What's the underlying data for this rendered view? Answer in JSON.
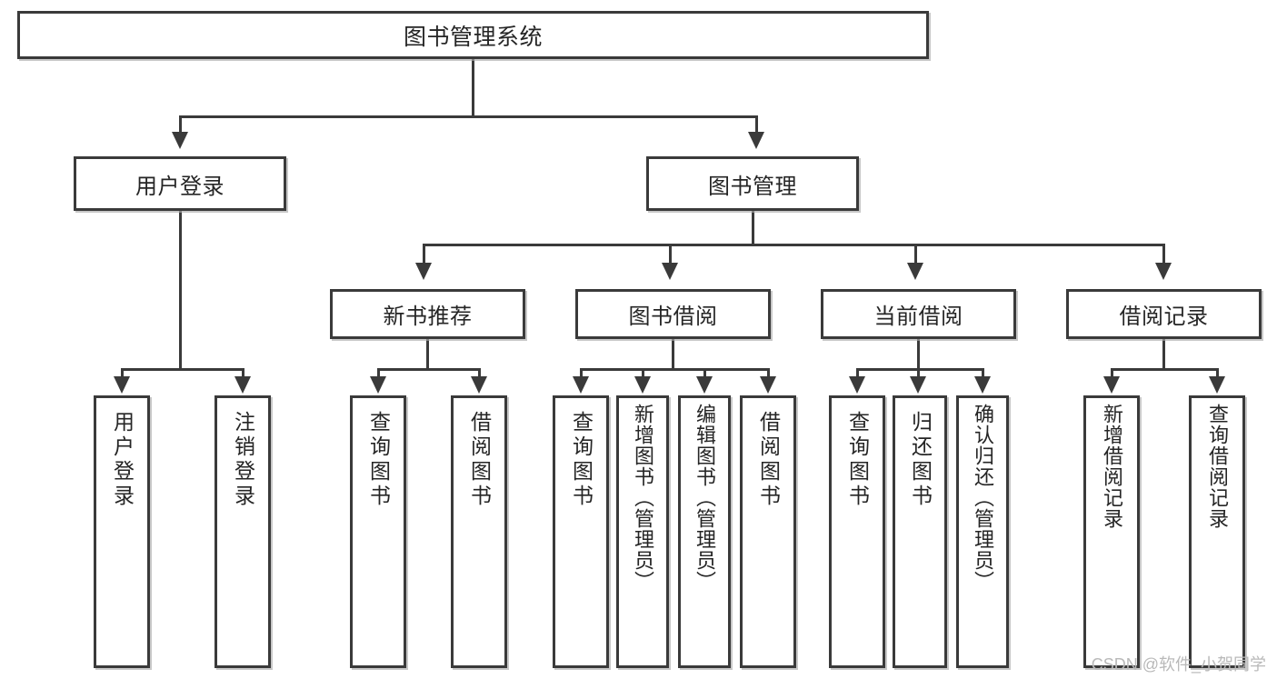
{
  "diagram": {
    "title": "图书管理系统",
    "type": "hierarchy-tree",
    "orientation": "top-down",
    "watermark": "CSDN @软件_小贺同学",
    "colors": {
      "border": "#3a3a3a",
      "fill": "#ffffff",
      "text": "#252525",
      "connector": "#3a3a3a",
      "watermark": "#b9b9b9"
    }
  },
  "nodes": {
    "root": {
      "label": "图书管理系统"
    },
    "tier2": [
      {
        "id": "user-login",
        "label": "用户登录"
      },
      {
        "id": "book-manage",
        "label": "图书管理"
      }
    ],
    "tier3": [
      {
        "id": "new-book-recommend",
        "label": "新书推荐"
      },
      {
        "id": "book-borrow",
        "label": "图书借阅"
      },
      {
        "id": "current-borrow",
        "label": "当前借阅"
      },
      {
        "id": "borrow-record",
        "label": "借阅记录"
      }
    ],
    "leaves": {
      "user_login": [
        {
          "id": "leaf-user-login",
          "label": "用户登录"
        },
        {
          "id": "leaf-logout",
          "label": "注销登录"
        }
      ],
      "new_book_recommend": [
        {
          "id": "leaf-query-book-1",
          "label": "查询图书"
        },
        {
          "id": "leaf-borrow-book-1",
          "label": "借阅图书"
        }
      ],
      "book_borrow": [
        {
          "id": "leaf-query-book-2",
          "label": "查询图书"
        },
        {
          "id": "leaf-add-book",
          "label": "新增图书（管理员）"
        },
        {
          "id": "leaf-edit-book",
          "label": "编辑图书（管理员）"
        },
        {
          "id": "leaf-borrow-book-2",
          "label": "借阅图书"
        }
      ],
      "current_borrow": [
        {
          "id": "leaf-query-book-3",
          "label": "查询图书"
        },
        {
          "id": "leaf-return-book",
          "label": "归还图书"
        },
        {
          "id": "leaf-confirm-return",
          "label": "确认归还（管理员）"
        }
      ],
      "borrow_record": [
        {
          "id": "leaf-add-record",
          "label": "新增借阅记录"
        },
        {
          "id": "leaf-query-record",
          "label": "查询借阅记录"
        }
      ]
    }
  }
}
